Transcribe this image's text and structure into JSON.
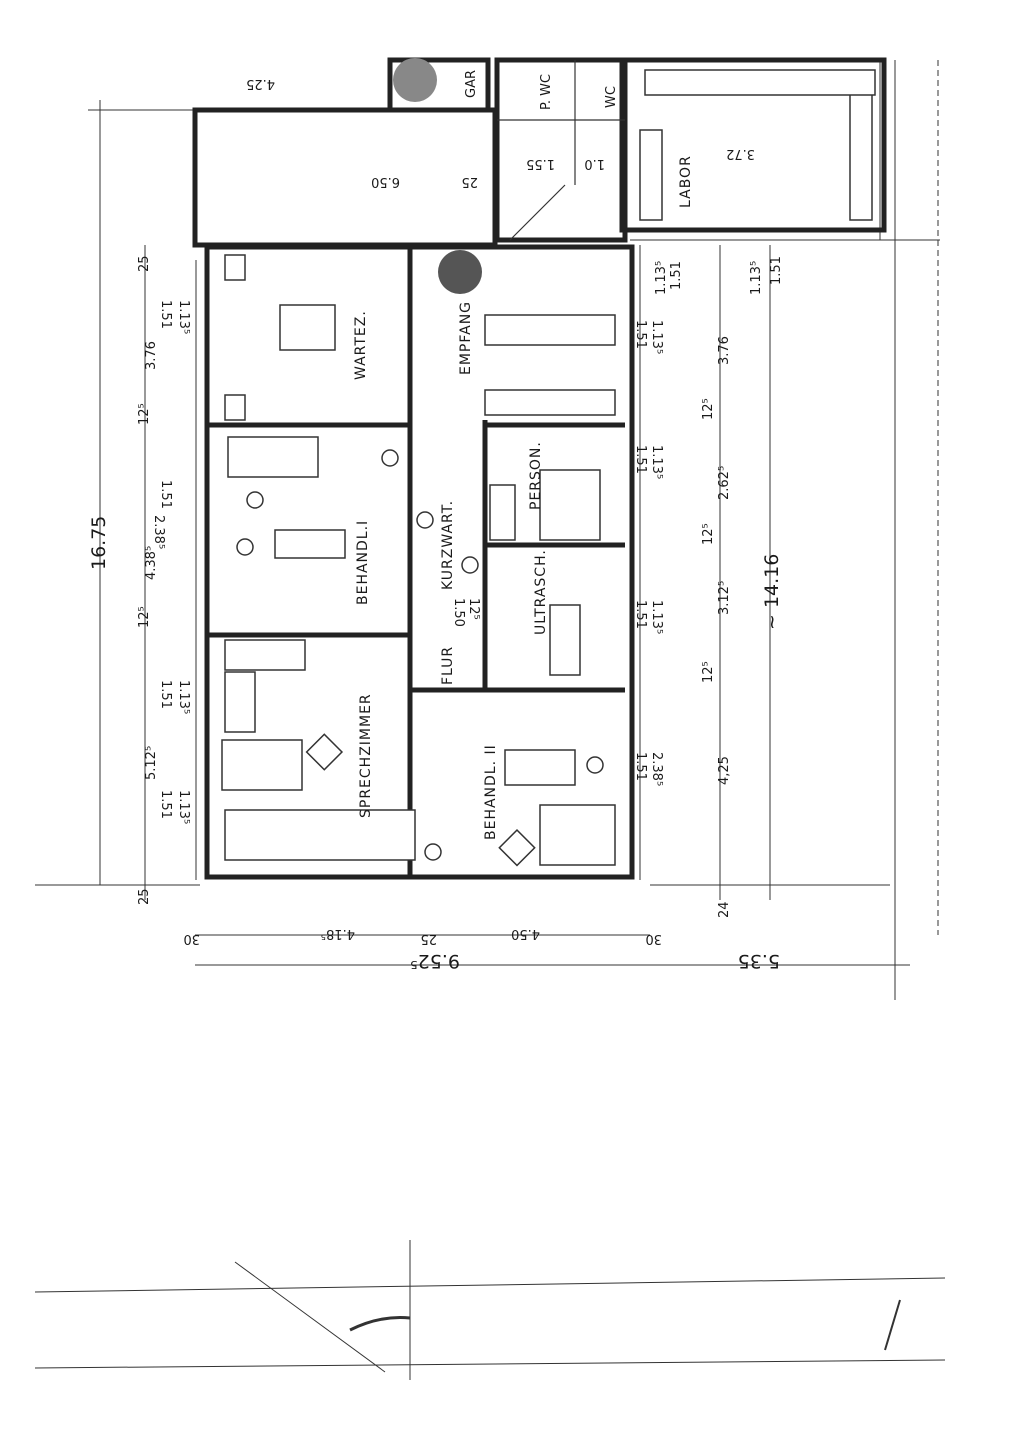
{
  "rooms": {
    "wartez": "WARTEZ.",
    "empfang": "EMPFANG",
    "behandl1": "BEHANDL.I",
    "kurzwart": "KURZWART.",
    "person": "PERSON.",
    "ultrasch": "ULTRASCH.",
    "flur": "FLUR",
    "sprechzimmer": "SPRECHZIMMER",
    "behandl2": "BEHANDL. II",
    "labor": "LABOR",
    "pwc": "P. WC",
    "wc": "WC",
    "gar": "GAR"
  },
  "dimensions": {
    "total_height": "16.75",
    "total_right": "~ 14.16",
    "total_bottom": "9.52⁵",
    "bottom_right": "5.35",
    "left": [
      "25",
      "3.76",
      "12⁵",
      "4.38⁵",
      "2.38⁵",
      "12⁵",
      "5.12⁵",
      "25"
    ],
    "left_inner": [
      "1.51",
      "1.13⁵",
      "1.51",
      "1.51",
      "1.13⁵",
      "1.51",
      "1.13⁵"
    ],
    "right": [
      "1.13⁵",
      "1.51",
      "1.13⁵",
      "1.51",
      "3.76",
      "12⁵",
      "2.62⁵",
      "12⁵",
      "3.12⁵",
      "12⁵",
      "4,25",
      "24"
    ],
    "right_inner": [
      "1.51",
      "1.13⁵",
      "1.51",
      "1.13⁵",
      "1.51",
      "1.13⁵",
      "1.51",
      "2.38⁵"
    ],
    "bottom": [
      "30",
      "4.18⁵",
      "25",
      "4.50",
      "30"
    ],
    "top": [
      "4.25",
      "6.50",
      "25",
      "1.55",
      "1.0",
      "3.72"
    ],
    "interior": [
      "1.50",
      "12⁵"
    ]
  }
}
